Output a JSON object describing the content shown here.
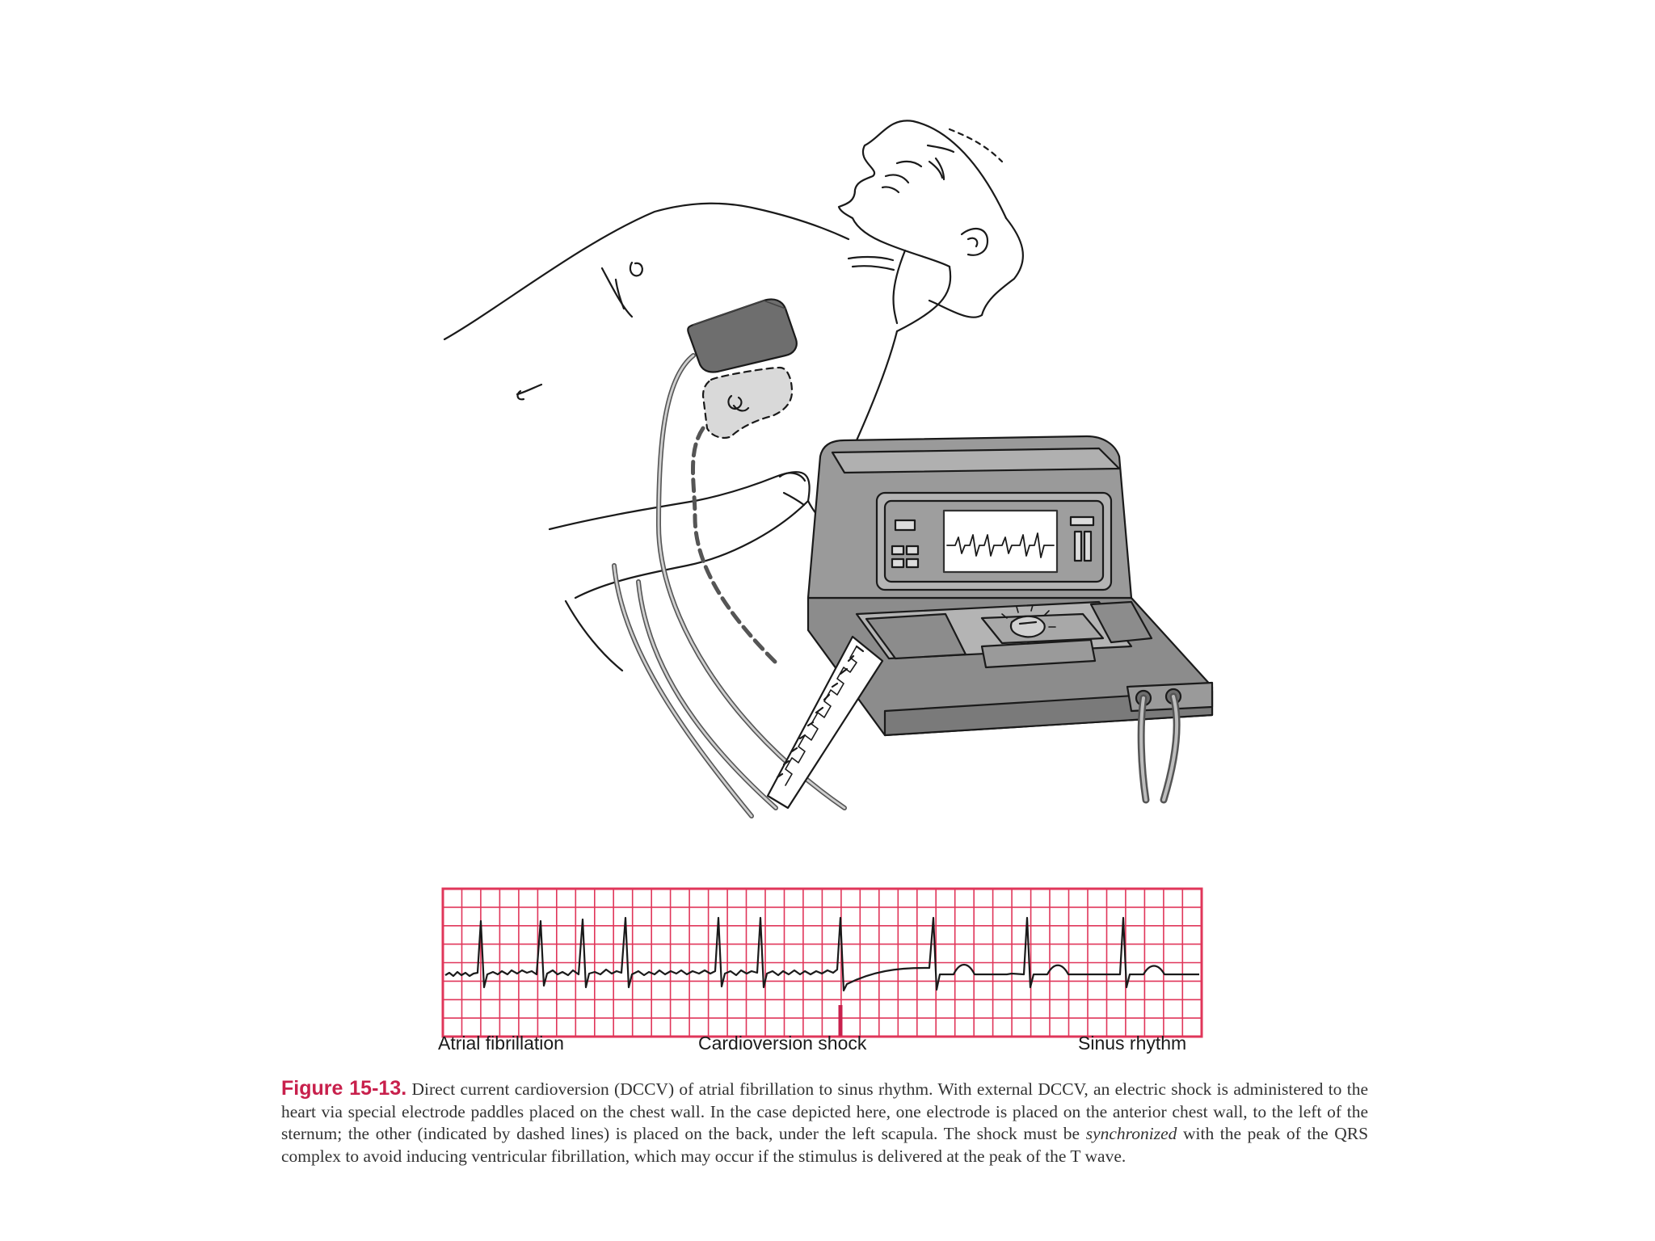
{
  "colors": {
    "ecg_grid": "#e0365a",
    "figure_label": "#c8204c",
    "device_body": "#8c8c8c",
    "paddle": "#6e6e6e",
    "ink": "#1a1a1a"
  },
  "illustration": {
    "subject": "patient-lying-supine",
    "device": "defibrillator-cardioverter",
    "anterior_paddle": "solid",
    "posterior_paddle": "dashed"
  },
  "ecg_strip": {
    "labels": {
      "left": "Atrial fibrillation",
      "middle": "Cardioversion shock",
      "right": "Sinus rhythm"
    }
  },
  "caption": {
    "figure_label": "Figure 15-13.",
    "text_before_em": "Direct current cardioversion (DCCV) of atrial fibrillation to sinus rhythm. With external DCCV, an electric shock is administered to the heart via special electrode paddles placed on the chest wall. In the case depicted here, one electrode is placed on the anterior chest wall, to the left of the sternum; the other (indicated by dashed lines) is placed on the back, under the left scapula. The shock must be",
    "emphasis": "synchronized",
    "text_after_em": "with the peak of the QRS complex to avoid inducing ventricular fibrillation, which may occur if the stimulus is delivered at the peak of the T wave."
  }
}
